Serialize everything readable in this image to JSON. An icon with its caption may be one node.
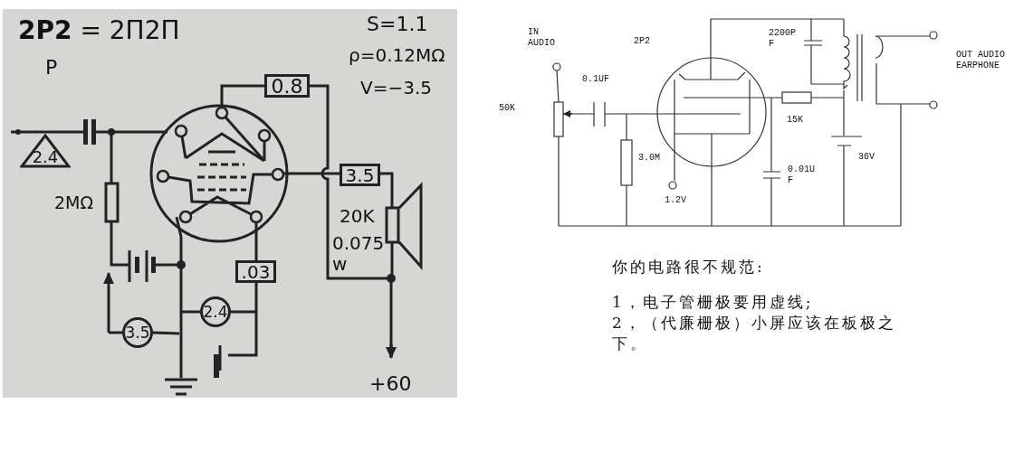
{
  "diagram": {
    "nodes": [
      {
        "text": [
          "0.8"
        ]
      },
      {
        "text": [
          "2.4"
        ]
      },
      {
        "text": [
          "3.5"
        ]
      },
      {
        "text": [
          ".03"
        ]
      },
      {
        "text": [
          "2.4"
        ]
      },
      {
        "text": [
          "3.5"
        ]
      }
    ],
    "labels": [
      "**2P2** = 2П2П",
      "P",
      "S=1.1",
      "ρ=0.12MΩ",
      "V=−3.5",
      "2MΩ",
      "20K",
      "0.075 w",
      "+60",
      "IN AUDIO",
      "2P2",
      "2200P F",
      "0.1UF",
      "OUT AUDIO EARPHONE",
      "50K",
      "15K",
      "3.0M",
      "36V",
      "0.01U F",
      "1.2V",
      "你的电路很不规范:",
      "1，电子管栅极要用虚线;",
      "2，（代廉栅极）小屏应该在板极之下。"
    ]
  }
}
